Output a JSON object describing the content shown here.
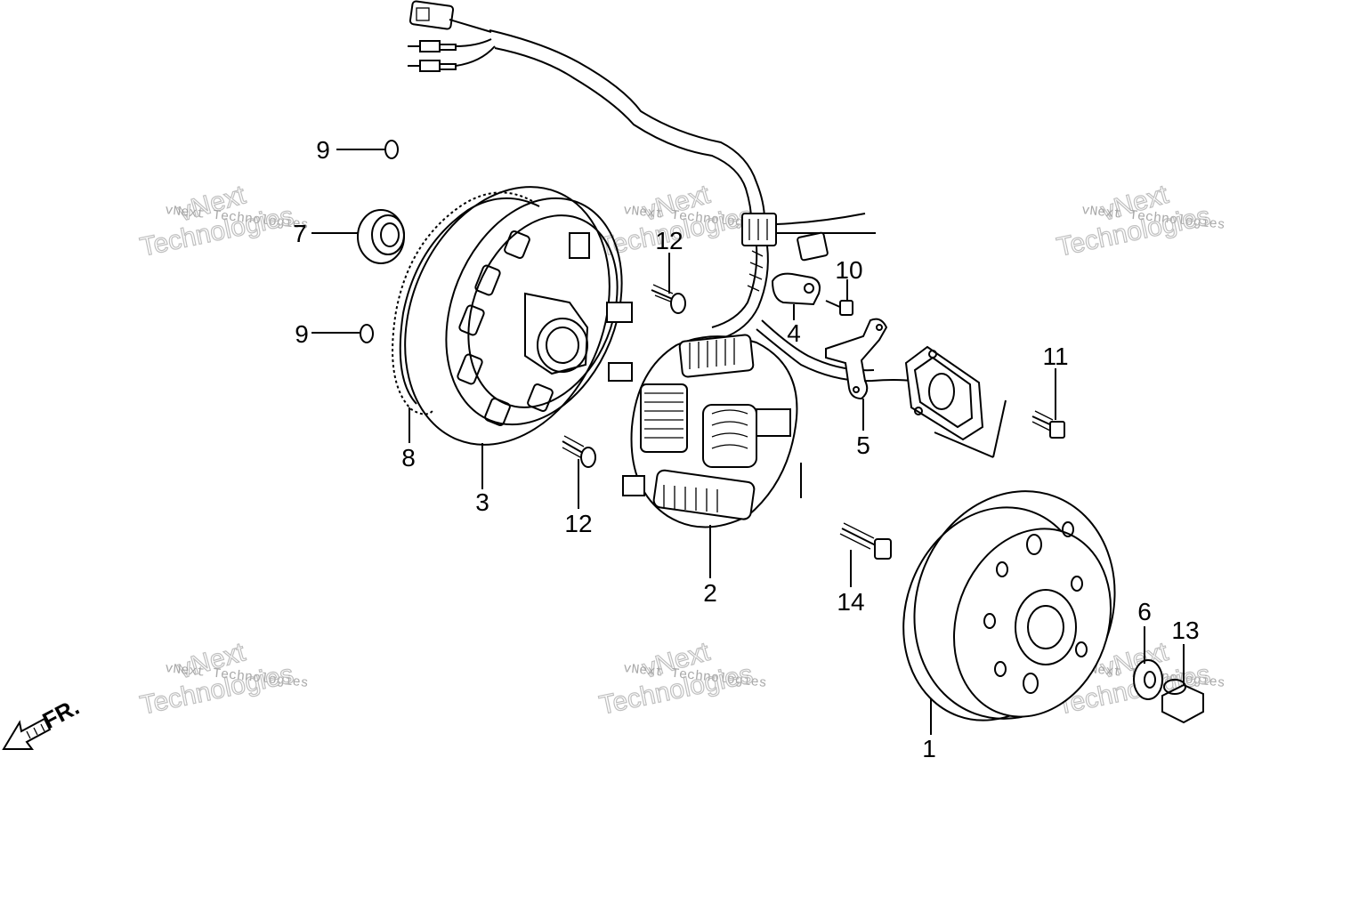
{
  "parts": {
    "p1": "1",
    "p2": "2",
    "p3": "3",
    "p4": "4",
    "p5": "5",
    "p6": "6",
    "p7": "7",
    "p8": "8",
    "p9a": "9",
    "p9b": "9",
    "p10": "10",
    "p11": "11",
    "p12a": "12",
    "p12b": "12",
    "p13": "13",
    "p14": "14"
  },
  "watermark": {
    "company": "vNext",
    "line1": "vNext Technologies",
    "line2": "Technologies"
  },
  "direction": {
    "label": "FR."
  }
}
